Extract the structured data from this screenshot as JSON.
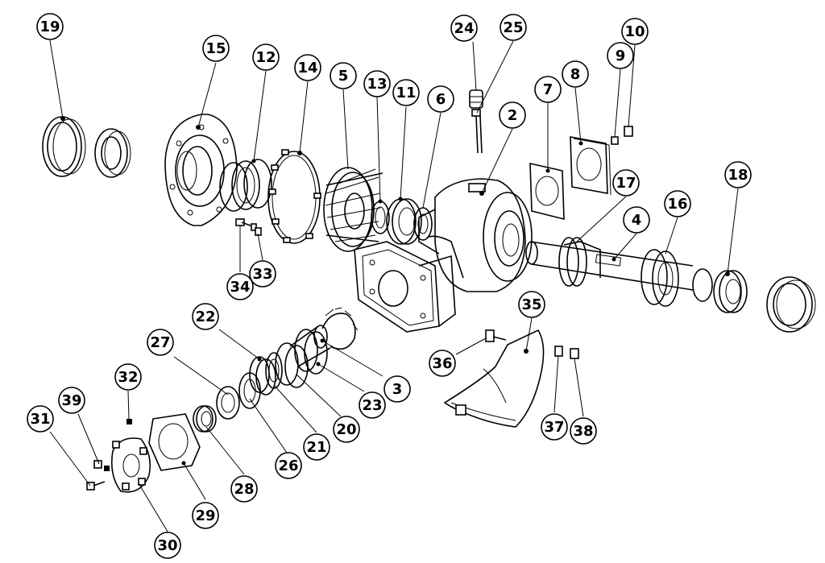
{
  "diagram": {
    "callouts": [
      {
        "id": "c19",
        "label": "19"
      },
      {
        "id": "c15",
        "label": "15"
      },
      {
        "id": "c12",
        "label": "12"
      },
      {
        "id": "c14",
        "label": "14"
      },
      {
        "id": "c5",
        "label": "5"
      },
      {
        "id": "c13",
        "label": "13"
      },
      {
        "id": "c11",
        "label": "11"
      },
      {
        "id": "c6",
        "label": "6"
      },
      {
        "id": "c24",
        "label": "24"
      },
      {
        "id": "c25",
        "label": "25"
      },
      {
        "id": "c2",
        "label": "2"
      },
      {
        "id": "c7",
        "label": "7"
      },
      {
        "id": "c8",
        "label": "8"
      },
      {
        "id": "c9",
        "label": "9"
      },
      {
        "id": "c10",
        "label": "10"
      },
      {
        "id": "c17",
        "label": "17"
      },
      {
        "id": "c4",
        "label": "4"
      },
      {
        "id": "c16",
        "label": "16"
      },
      {
        "id": "c18",
        "label": "18"
      },
      {
        "id": "c34",
        "label": "34"
      },
      {
        "id": "c33",
        "label": "33"
      },
      {
        "id": "c22",
        "label": "22"
      },
      {
        "id": "c27",
        "label": "27"
      },
      {
        "id": "c32",
        "label": "32"
      },
      {
        "id": "c39",
        "label": "39"
      },
      {
        "id": "c31",
        "label": "31"
      },
      {
        "id": "c3",
        "label": "3"
      },
      {
        "id": "c23",
        "label": "23"
      },
      {
        "id": "c20",
        "label": "20"
      },
      {
        "id": "c21",
        "label": "21"
      },
      {
        "id": "c26",
        "label": "26"
      },
      {
        "id": "c28",
        "label": "28"
      },
      {
        "id": "c29",
        "label": "29"
      },
      {
        "id": "c30",
        "label": "30"
      },
      {
        "id": "c35",
        "label": "35"
      },
      {
        "id": "c36",
        "label": "36"
      },
      {
        "id": "c37",
        "label": "37"
      },
      {
        "id": "c38",
        "label": "38"
      }
    ]
  }
}
